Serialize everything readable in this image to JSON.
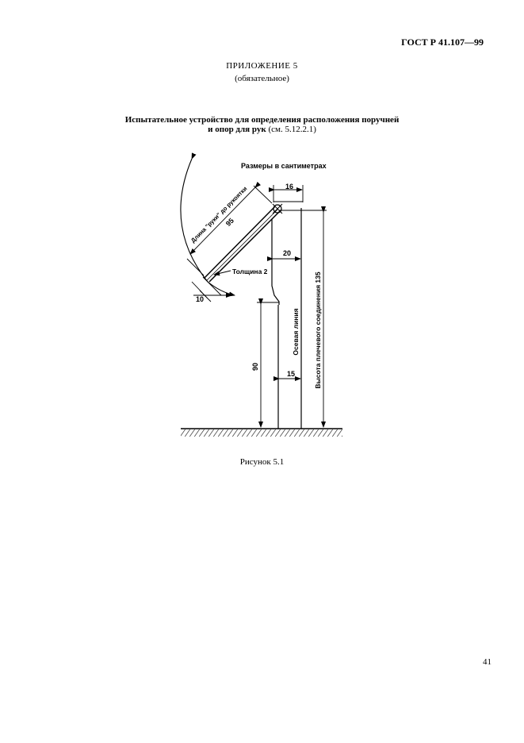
{
  "header": {
    "doc_code": "ГОСТ Р 41.107—99"
  },
  "appendix": {
    "title": "ПРИЛОЖЕНИЕ 5",
    "subtitle": "(обязательное)"
  },
  "figure_title": {
    "line1_bold": "Испытательное устройство для определения расположения поручней",
    "line2_bold": "и опор для рук",
    "line2_ref": " (см. 5.12.2.1)"
  },
  "diagram": {
    "units_note": "Размеры в сантиметрах",
    "dim_top_width": "16",
    "dim_arm_length": "95",
    "arm_length_label": "Длина \"руки\" до рукоятки",
    "dim_thickness_label": "Толщина 2",
    "dim_arm_offset": "20",
    "dim_bottom_width": "10",
    "dim_lower_offset": "15",
    "dim_seat_height": "90",
    "axis_label": "Осевая линия",
    "shoulder_height_label": "Высота плечевого соединения 135"
  },
  "caption": "Рисунок 5.1",
  "footer": {
    "page_number": "41"
  }
}
